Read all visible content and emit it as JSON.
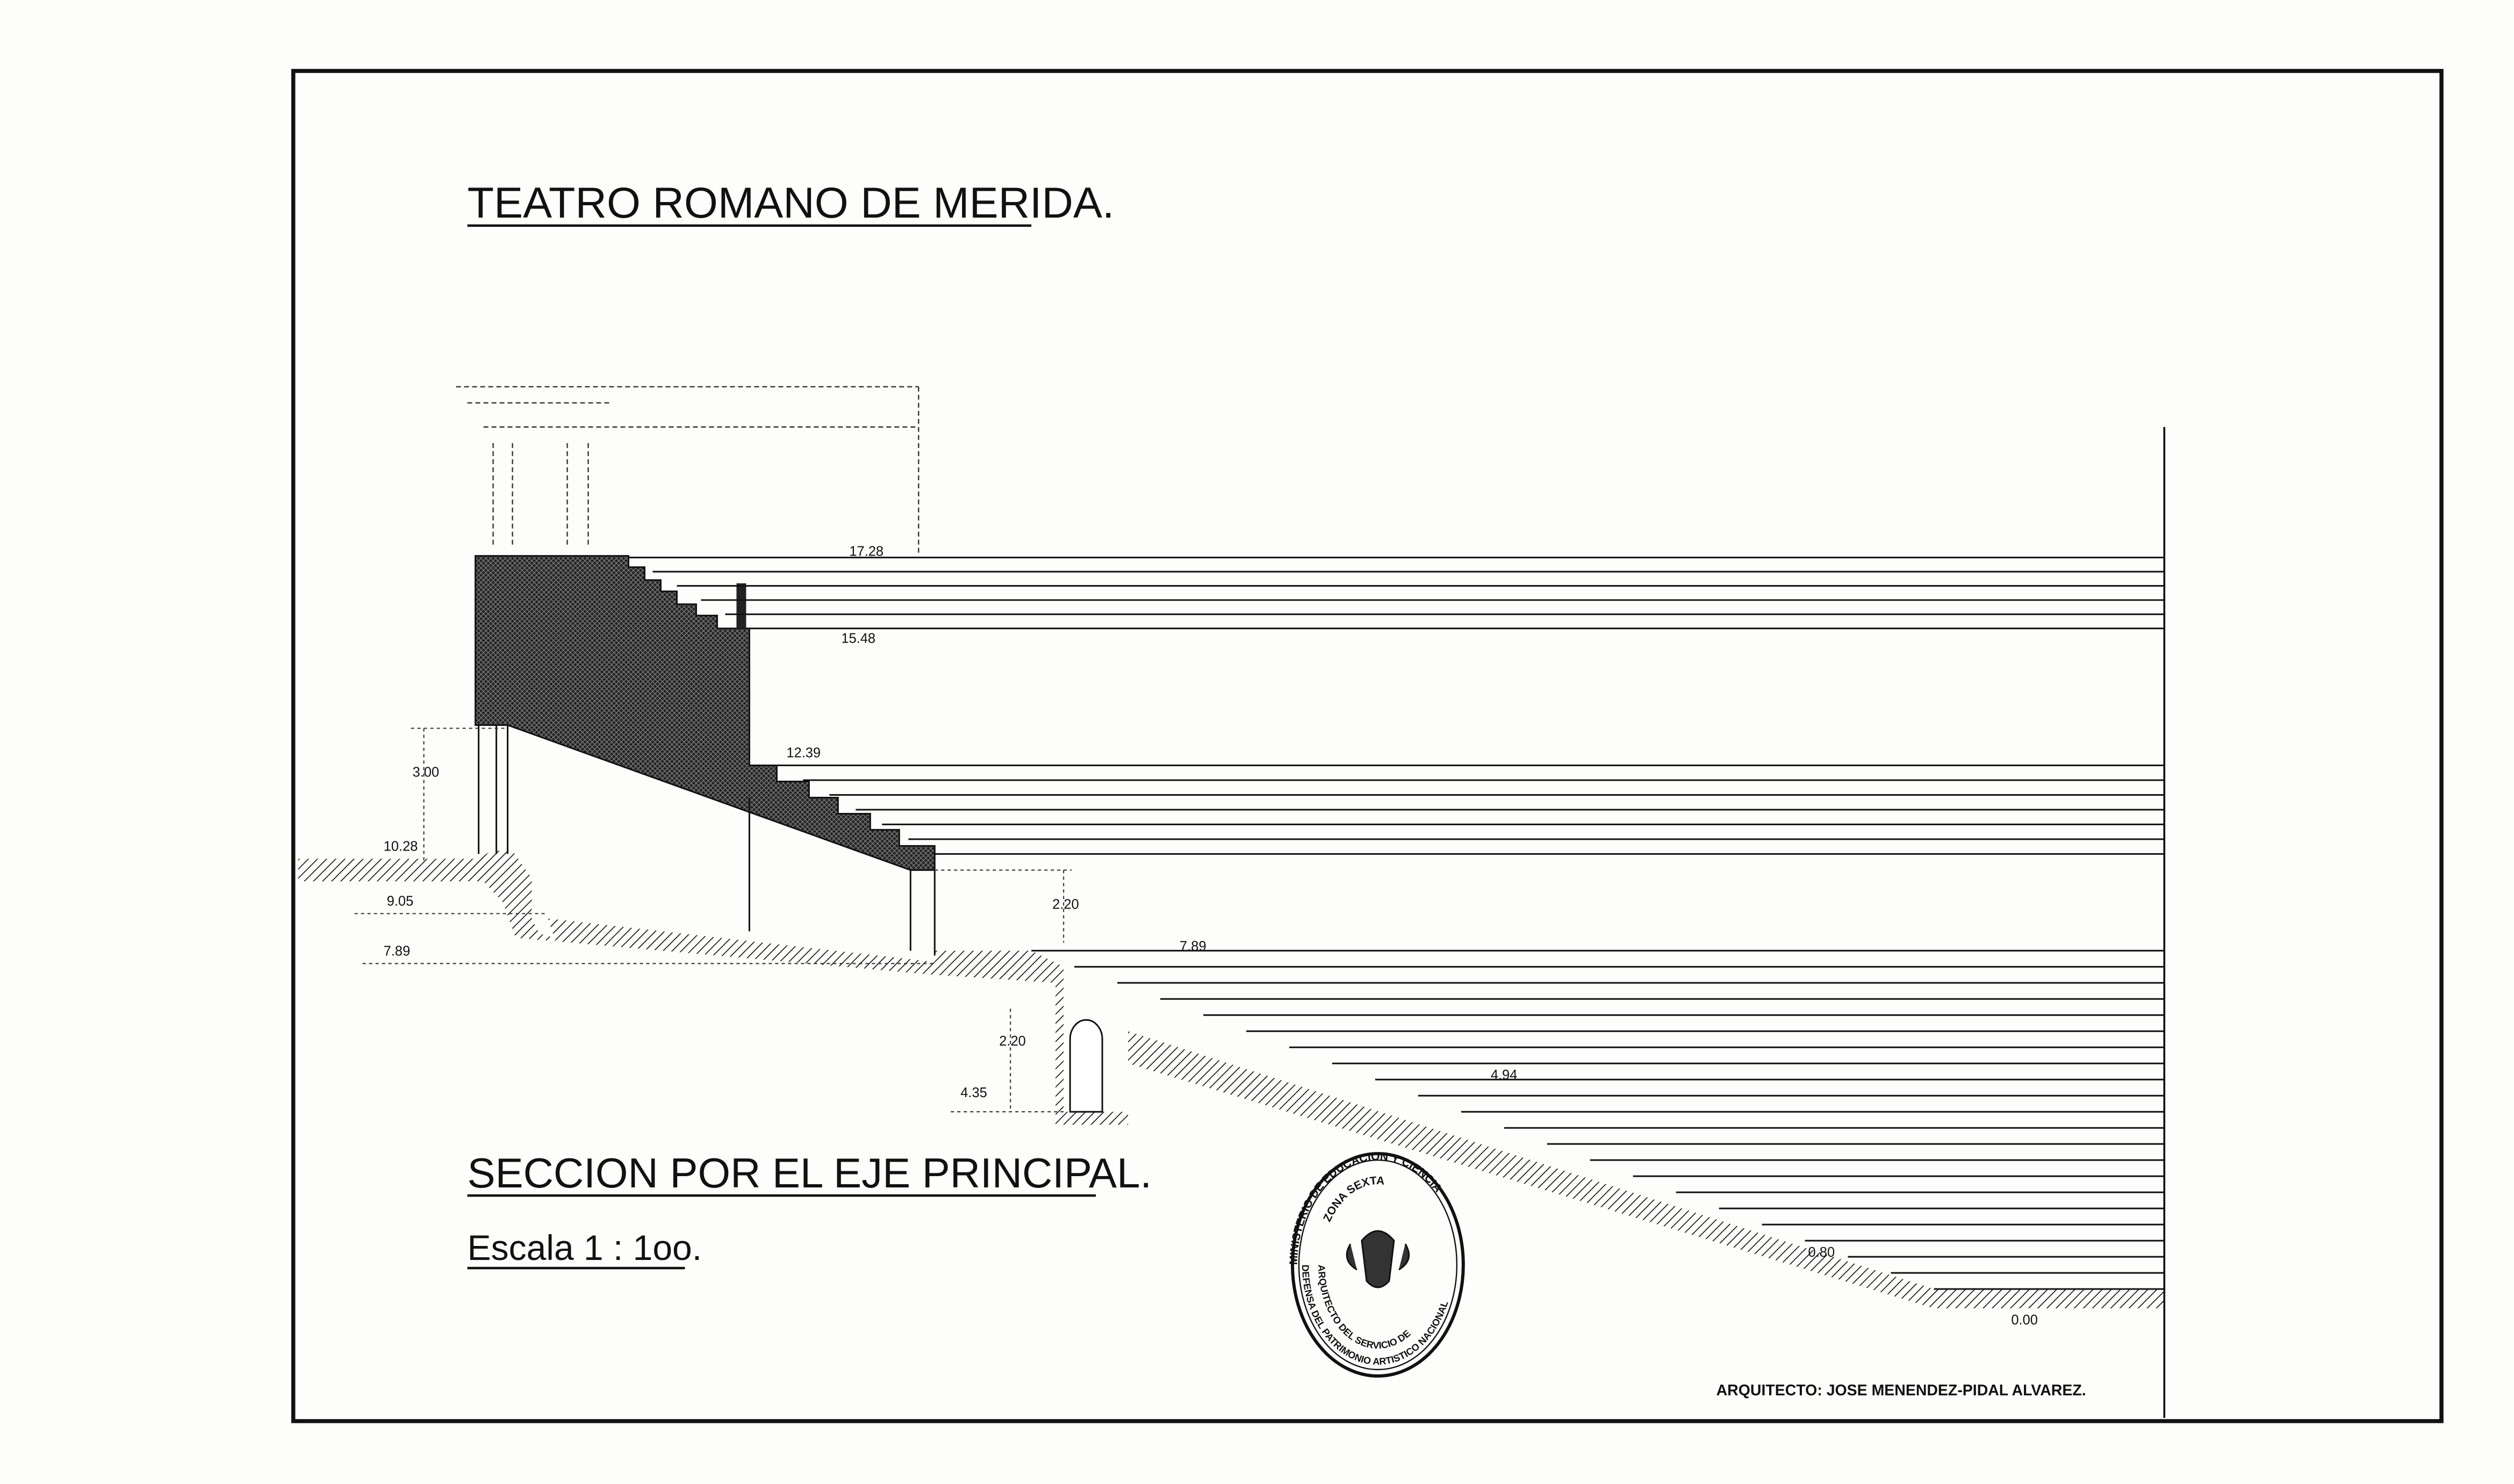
{
  "title": "TEATRO  ROMANO DE MERIDA.",
  "section_title": "SECCION POR EL EJE PRINCIPAL.",
  "scale": "Escala 1 : 1oo.",
  "architect": "ARQUITECTO: JOSE MENENDEZ-PIDAL  ALVAREZ.",
  "elevations": {
    "e1728": "17.28",
    "e1548": "15.48",
    "e1239": "12.39",
    "e1028": "10.28",
    "d300": "3.00",
    "e905": "9.05",
    "e789a": "7.89",
    "d220a": "2.20",
    "e789b": "7.89",
    "d220b": "2.20",
    "e435": "4.35",
    "e494": "4.94",
    "e080": "0.80",
    "e000": "0.00"
  },
  "seal": {
    "outer_top": "MINISTERIO DE EDUCACION Y CIENCIA",
    "inner_top": "ZONA SEXTA",
    "inner_bottom": "ARQUITECTO DEL SERVICIO DE",
    "outer_bottom": "DEFENSA DEL PATRIMONIO ARTISTICO NACIONAL"
  },
  "colors": {
    "ink": "#111111",
    "paper": "#fdfdfc"
  }
}
